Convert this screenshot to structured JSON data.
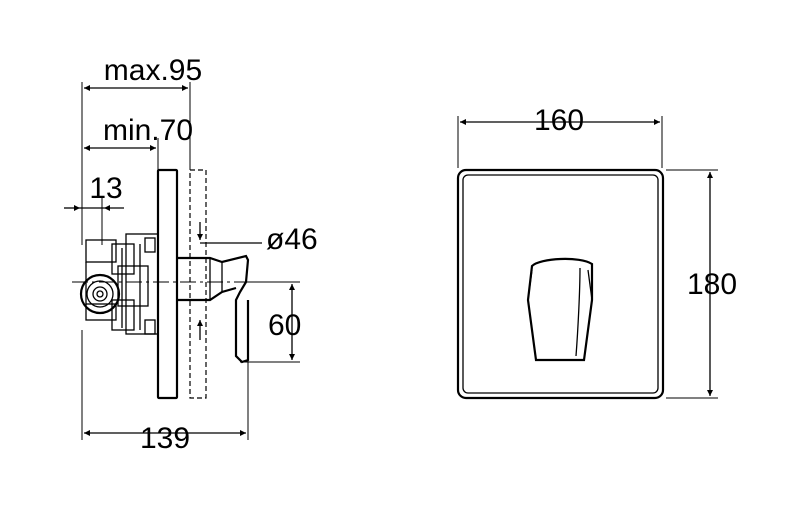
{
  "side_view": {
    "dim_max_depth": "max.95",
    "dim_min_depth": "min.70",
    "dim_offset": "13",
    "dim_diameter": "ø46",
    "dim_lever_height": "60",
    "dim_total_depth": "139"
  },
  "front_view": {
    "dim_width": "160",
    "dim_height": "180"
  }
}
